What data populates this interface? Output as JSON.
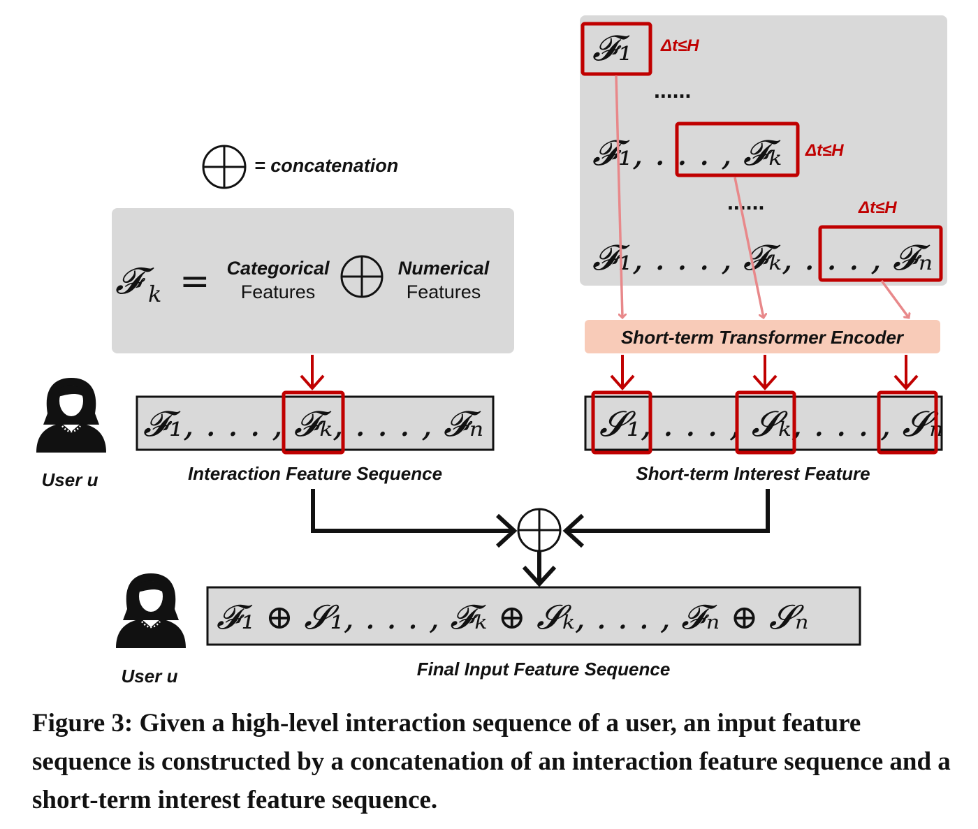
{
  "legend": {
    "symbol": "⊕",
    "text": "= concatenation"
  },
  "definition": {
    "lhs": "𝓕",
    "lhs_sub": "k",
    "eq": "=",
    "categorical_top": "Categorical",
    "categorical_bottom": "Features",
    "plus": "⊕",
    "numerical_top": "Numerical",
    "numerical_bottom": "Features"
  },
  "window": {
    "delta_label": "Δt≤H",
    "dots": "......",
    "row1": "𝓕₁",
    "row2": "𝓕₁, . . . , 𝓕ₖ",
    "row3": "𝓕₁, . . . , 𝓕ₖ, . . . , 𝓕ₙ"
  },
  "encoder": {
    "label": "Short-term Transformer Encoder"
  },
  "interaction_seq": {
    "expr": "𝓕₁, . . . , 𝓕ₖ, . . . , 𝓕ₙ",
    "label": "Interaction Feature Sequence"
  },
  "short_term_seq": {
    "expr": "𝓢₁, . . . , 𝓢ₖ, . . . , 𝓢ₙ",
    "label": "Short-term Interest Feature"
  },
  "final_seq": {
    "expr": "𝓕₁ ⊕ 𝓢₁, . . . , 𝓕ₖ ⊕ 𝓢ₖ, . . . , 𝓕ₙ ⊕ 𝓢ₙ",
    "label": "Final Input Feature Sequence"
  },
  "user_label": "User u",
  "caption": "Figure 3: Given a high-level interaction sequence of a user, an input feature sequence is constructed by a concatenation of an interaction feature sequence and a short-term interest feature sequence.",
  "colors": {
    "panel": "#d9d9d9",
    "red": "#c00000",
    "arrow_pink": "#e8888a",
    "encoder": "#f8cbb8"
  }
}
